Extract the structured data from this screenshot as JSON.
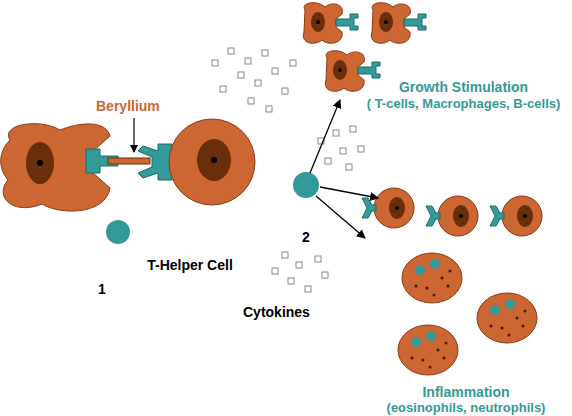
{
  "diagram": {
    "nodes": [
      {
        "text": [
          "T-Helper Cell"
        ]
      },
      {
        "text": [
          "2"
        ]
      },
      {
        "text": [
          "Growth Stimulation",
          "( T-cells, Macrophages, B-cells)"
        ]
      },
      {
        "text": [
          "Inflammation",
          "(eosinophils, neutrophils)"
        ]
      }
    ],
    "edges": [
      {
        "from": 1,
        "to": 2,
        "arrow": "to"
      },
      {
        "from": 1,
        "to": 2,
        "arrow": "to"
      },
      {
        "from": 1,
        "to": 3,
        "arrow": "to"
      }
    ],
    "labels": [
      "Beryllium",
      "1",
      "Cytokines"
    ]
  }
}
